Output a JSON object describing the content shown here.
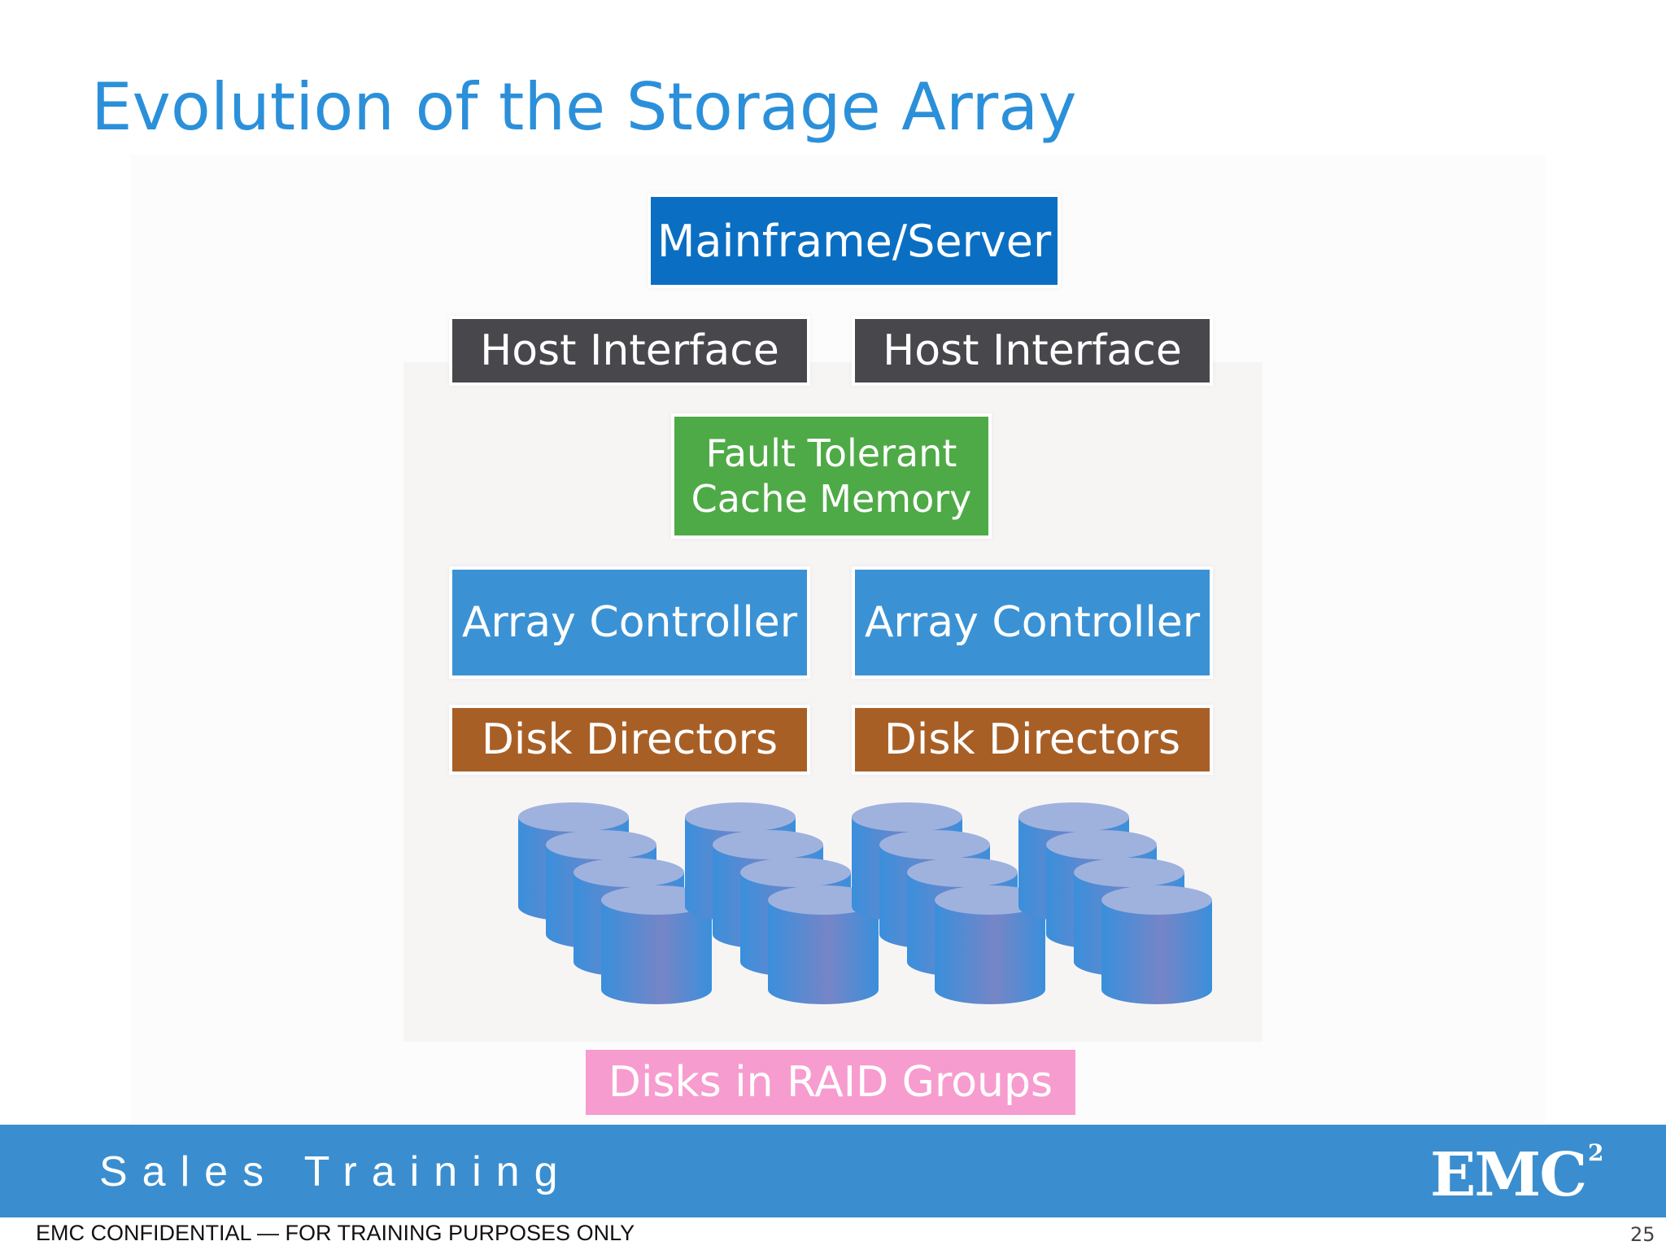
{
  "slide": {
    "title": "Evolution of the Storage Array",
    "page_number": "25"
  },
  "diagram": {
    "mainframe": {
      "label": "Mainframe/Server",
      "color": "#0a6fc2"
    },
    "host_interfaces": [
      {
        "label": "Host Interface"
      },
      {
        "label": "Host Interface"
      }
    ],
    "host_interface_color": "#48484c",
    "cache": {
      "line1": "Fault Tolerant",
      "line2": "Cache Memory",
      "color": "#4eaa46"
    },
    "array_controllers": [
      {
        "label": "Array Controller"
      },
      {
        "label": "Array Controller"
      }
    ],
    "array_controller_color": "#3a92d4",
    "disk_directors": [
      {
        "label": "Disk Directors"
      },
      {
        "label": "Disk Directors"
      }
    ],
    "disk_director_color": "#a85f26",
    "disks": {
      "group_count": 4,
      "disks_per_group": 4,
      "body_color_light": "#3a8fdc",
      "body_color_dark": "#7685c6",
      "top_color": "#9fb2de"
    },
    "raid_label": {
      "label": "Disks in RAID Groups",
      "color": "#f79ccf"
    }
  },
  "footer": {
    "brand_text": "Sales Training",
    "logo_text": "EMC",
    "logo_superscript": "2",
    "bar_color": "#3a8ecf",
    "confidential": "EMC CONFIDENTIAL  —  FOR TRAINING PURPOSES ONLY"
  }
}
